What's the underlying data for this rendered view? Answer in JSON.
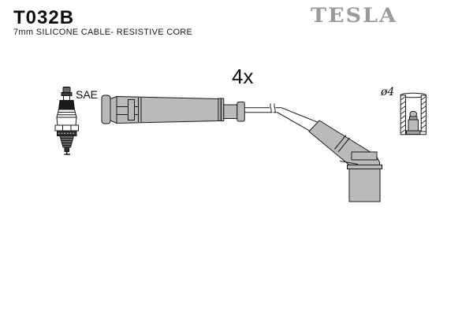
{
  "header": {
    "part_number": "T032B",
    "description": "7mm SILICONE CABLE- RESISTIVE CORE",
    "brand": "TESLA"
  },
  "labels": {
    "quantity": "4x",
    "plug_terminal_type": "SAE",
    "terminal_diameter": "ø4"
  },
  "illustrations": [
    {
      "name": "spark-plug-illustration",
      "meaning": "SAE-terminal spark plug"
    },
    {
      "name": "straight-boot-illustration",
      "meaning": "straight spark-plug end boot"
    },
    {
      "name": "cable-illustration",
      "meaning": "ignition cable with length break"
    },
    {
      "name": "elbow-boot-illustration",
      "meaning": "angled coil-end boot"
    },
    {
      "name": "terminal-socket-illustration",
      "meaning": "ø4 socket terminal cross-section"
    }
  ],
  "colors": {
    "background": "#ffffff",
    "part_fill": "#b8bbb8",
    "outline": "#1a1a1a",
    "brand_gray": "#9b9b9b",
    "dark_part": "#2f2f2f"
  }
}
